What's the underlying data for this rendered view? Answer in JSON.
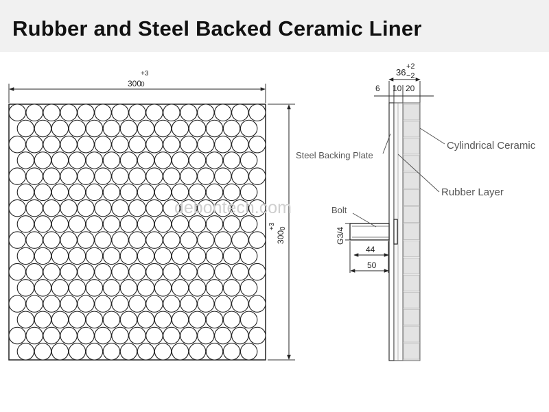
{
  "title": "Rubber and Steel Backed Ceramic Liner",
  "plan_view": {
    "width_dim": {
      "base": "300",
      "upper": "+3",
      "lower": "0"
    },
    "height_dim": {
      "base": "300",
      "upper": "+3",
      "lower": "0"
    }
  },
  "section_view": {
    "total_dim": {
      "base": "36",
      "upper": "+2",
      "lower": "−2"
    },
    "layer_dims": [
      "6",
      "10",
      "20"
    ],
    "labels": {
      "cylindrical_ceramic": "Cylindrical Ceramic",
      "steel_backing_plate": "Steel Backing Plate",
      "rubber_layer": "Rubber Layer",
      "bolt": "Bolt"
    },
    "bolt_thread": "G3/4",
    "bolt_dims": [
      "44",
      "50"
    ]
  },
  "watermark": "debontech.com"
}
